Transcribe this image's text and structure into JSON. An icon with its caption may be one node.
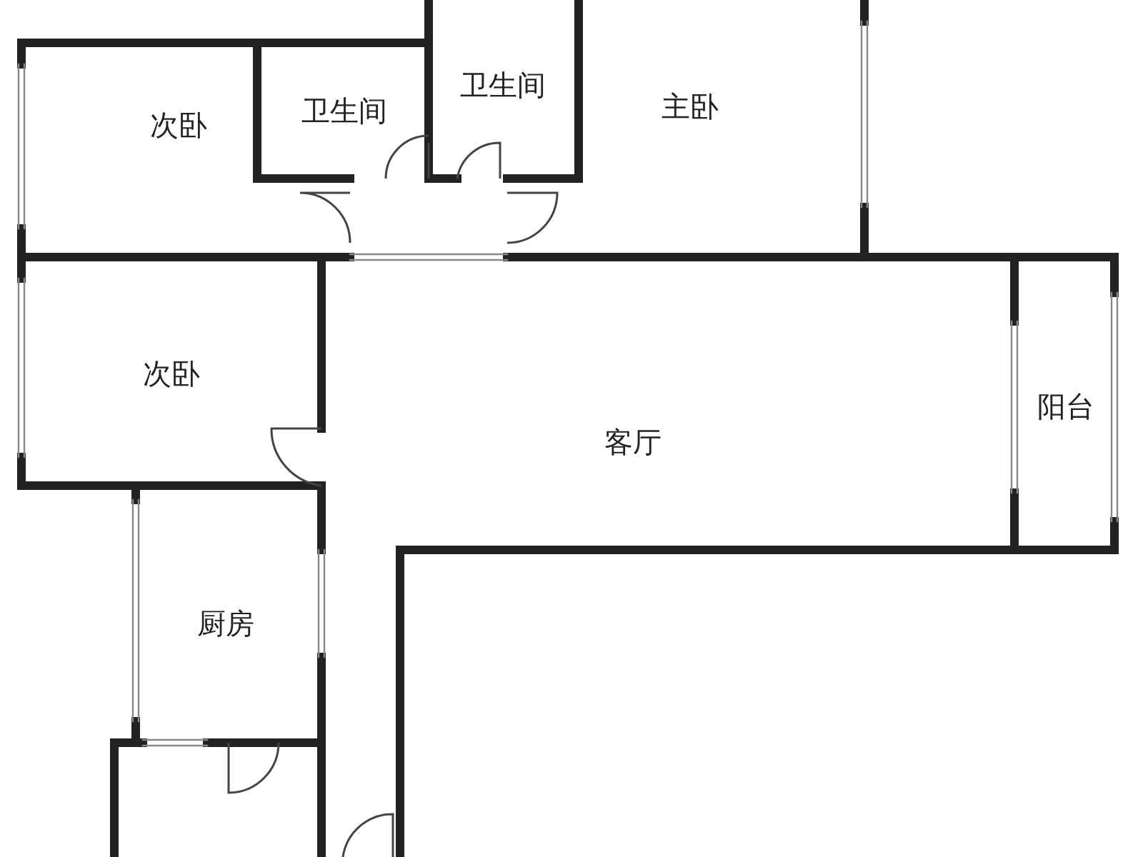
{
  "diagram": {
    "nodes": [
      {
        "text": [
          "次卧"
        ]
      },
      {
        "text": [
          "卫生间"
        ]
      },
      {
        "text": [
          "卫生间"
        ]
      },
      {
        "text": [
          "主卧"
        ]
      },
      {
        "text": [
          "次卧"
        ]
      },
      {
        "text": [
          "客厅"
        ]
      },
      {
        "text": [
          "阳台"
        ]
      },
      {
        "text": [
          "厨房"
        ]
      }
    ]
  }
}
